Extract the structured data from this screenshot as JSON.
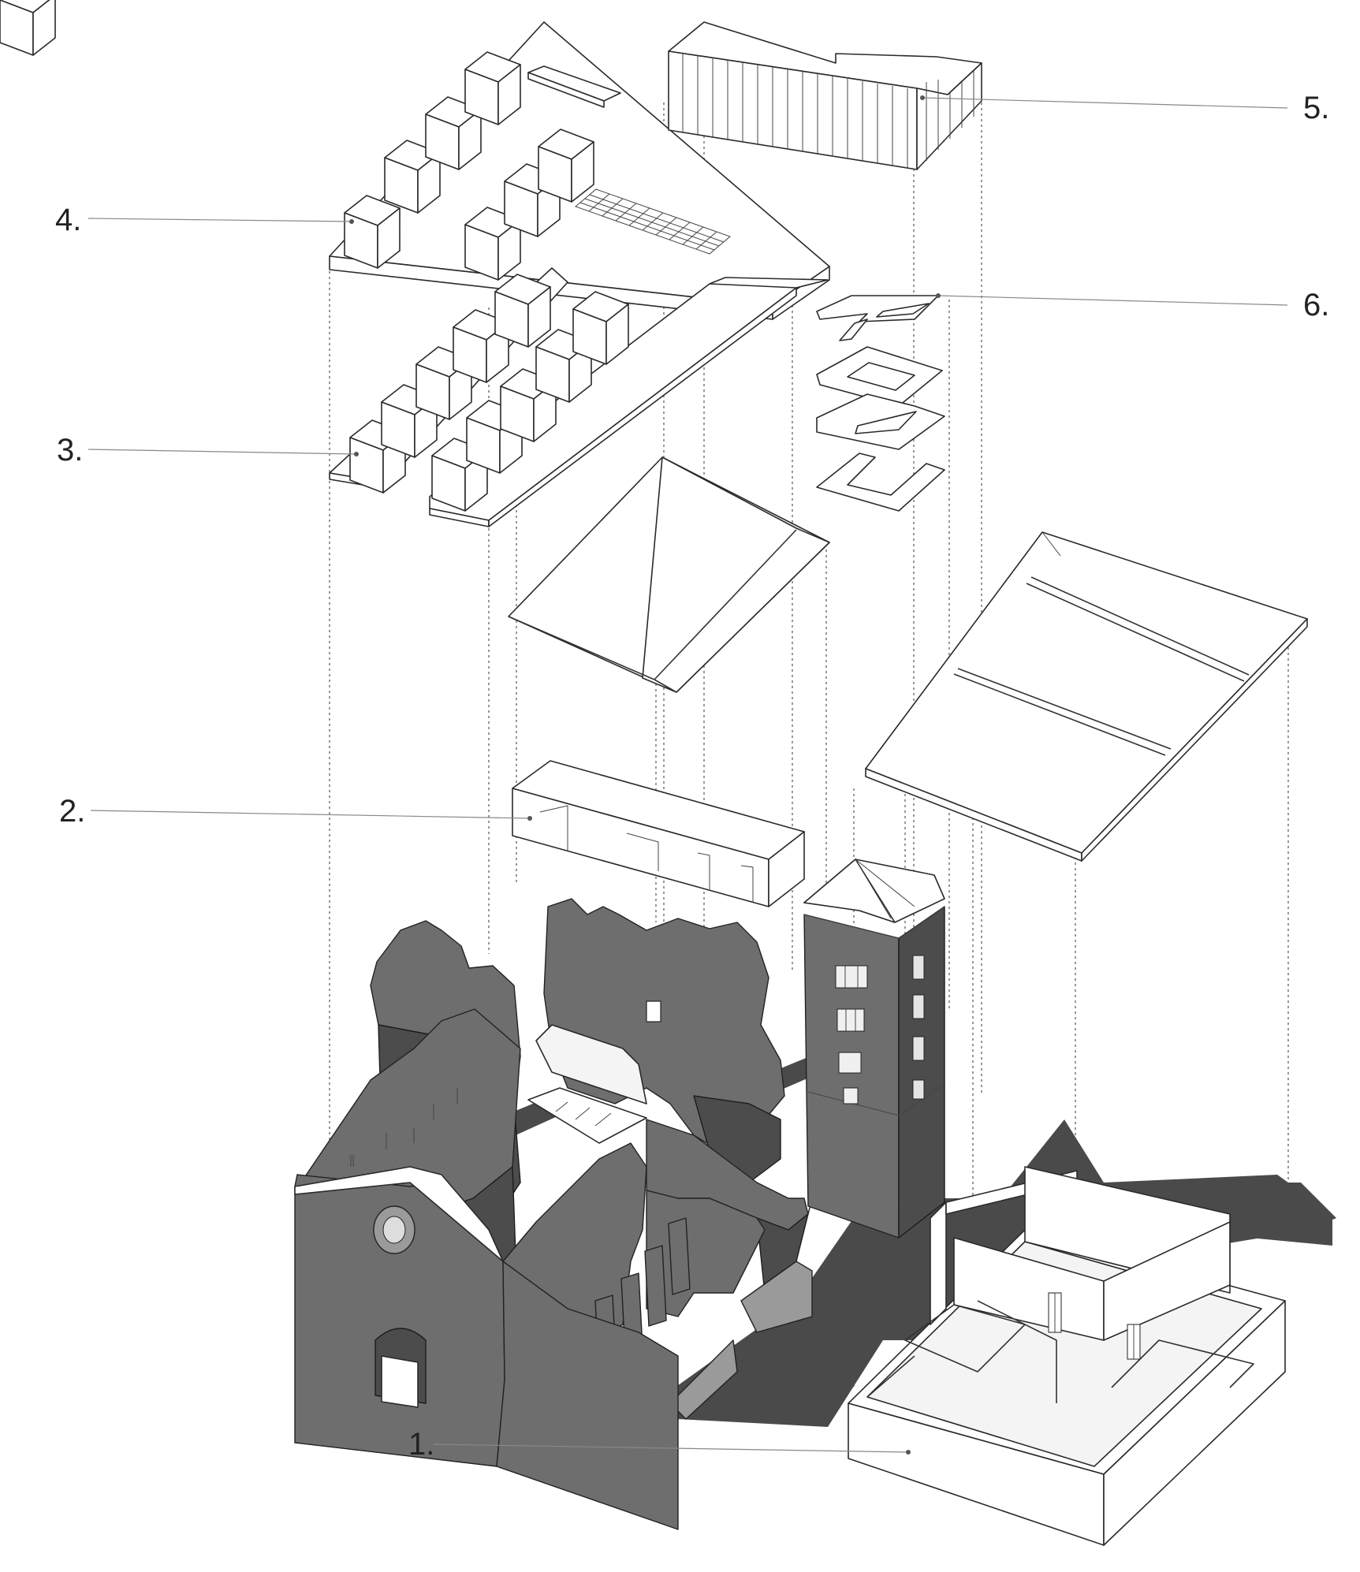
{
  "callouts": [
    {
      "id": "1",
      "text": "1."
    },
    {
      "id": "2",
      "text": "2."
    },
    {
      "id": "3",
      "text": "3."
    },
    {
      "id": "4",
      "text": "4."
    },
    {
      "id": "5",
      "text": "5."
    },
    {
      "id": "6",
      "text": "6."
    }
  ]
}
